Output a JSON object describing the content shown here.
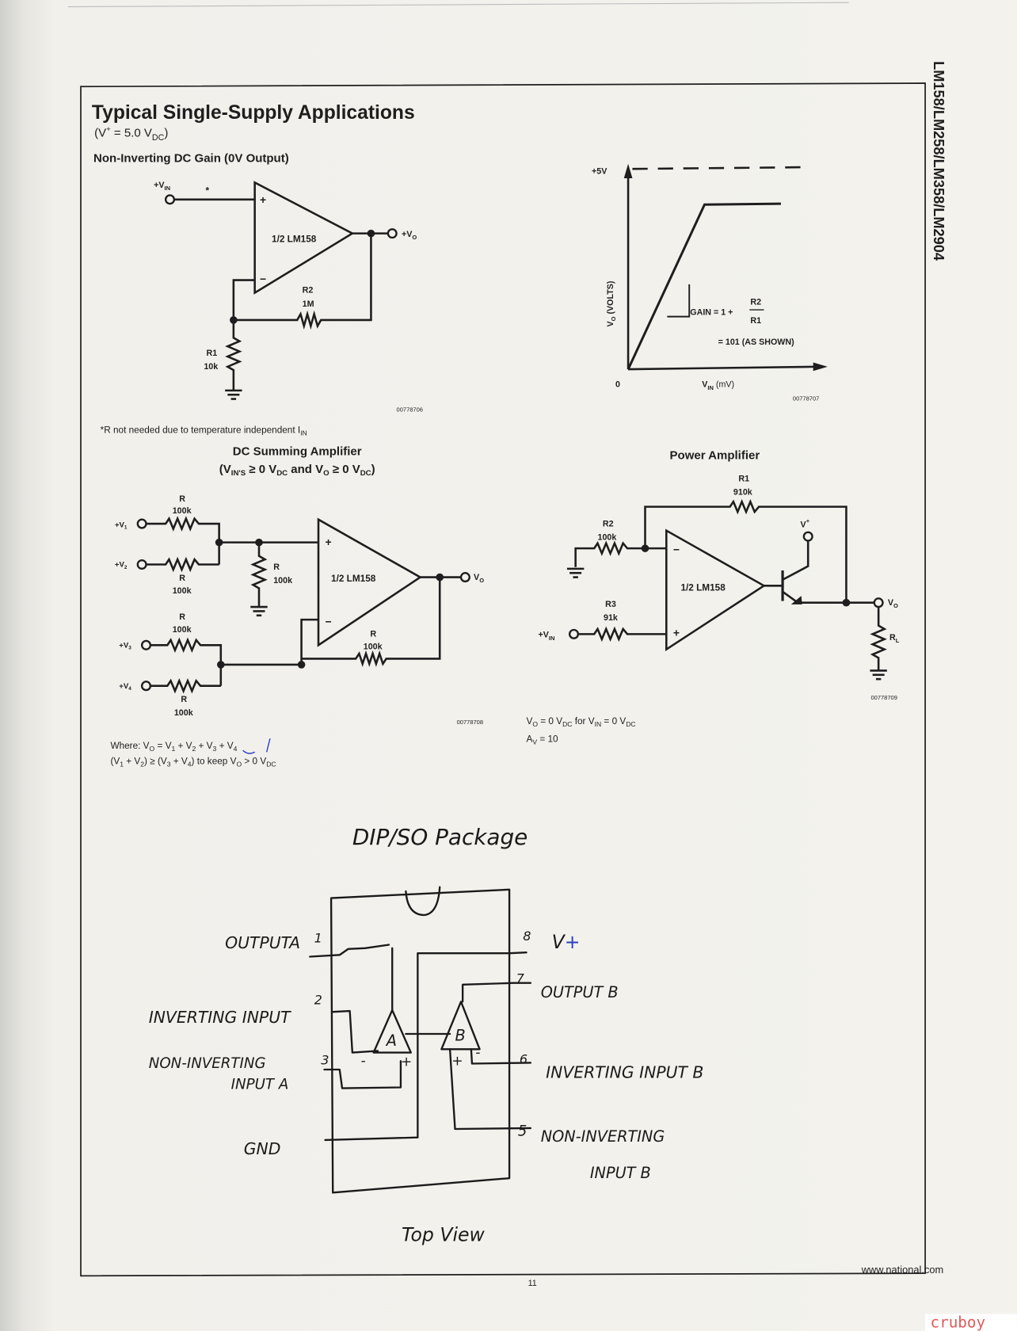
{
  "side_title": "LM158/LM258/LM358/LM2904",
  "header": {
    "title": "Typical Single-Supply Applications",
    "supply": {
      "a": "(V",
      "sup": "+",
      "b": " = 5.0 V",
      "sub": "DC",
      "c": ")"
    }
  },
  "noninverting": {
    "title": "Non-Inverting DC Gain (0V Output)",
    "vin": {
      "main": "+V",
      "sub": "IN"
    },
    "asterisk": "*",
    "opamp_label": "1/2 LM158",
    "plus": "+",
    "minus": "−",
    "vout": {
      "main": "+V",
      "sub": "O"
    },
    "r2": {
      "name": "R2",
      "value": "1M"
    },
    "r1": {
      "name": "R1",
      "value": "10k"
    },
    "fig_id": "00778706",
    "footnote": {
      "main": "*R not needed due to temperature independent I",
      "sub": "IN"
    }
  },
  "gain_graph": {
    "y_top_label": "+5V",
    "y_label": {
      "main": "V",
      "sub": "O",
      "rest": " (VOLTS)"
    },
    "x_origin": "0",
    "x_label": {
      "main": "V",
      "sub": "IN",
      "rest": " (mV)"
    },
    "gain_prefix": "GAIN = 1 +",
    "gain_num": "R2",
    "gain_den": "R1",
    "gain_value": "= 101 (AS SHOWN)",
    "fig_id": "00778707"
  },
  "summing": {
    "title": "DC Summing Amplifier",
    "subtitle": {
      "a": "(V",
      "s1": "IN'S",
      "b": " ≥ 0 V",
      "s2": "DC",
      "c": " and V",
      "s3": "O",
      "d": " ≥ 0 V",
      "s4": "DC",
      "e": ")"
    },
    "inputs": [
      {
        "main": "+V",
        "sub": "1"
      },
      {
        "main": "+V",
        "sub": "2"
      },
      {
        "main": "+V",
        "sub": "3"
      },
      {
        "main": "+V",
        "sub": "4"
      }
    ],
    "r_name": "R",
    "r_value": "100k",
    "opamp_label": "1/2 LM158",
    "plus": "+",
    "minus": "−",
    "vout": {
      "main": "V",
      "sub": "O"
    },
    "fig_id": "00778708",
    "where_line": {
      "a": "Where: V",
      "s0": "O",
      "b": " = V",
      "s1": "1",
      "c": " + V",
      "s2": "2",
      "d": " + V",
      "s3": "3",
      "e": " + V",
      "s4": "4"
    },
    "keep_line": {
      "a": "(V",
      "s1": "1",
      "b": " + V",
      "s2": "2",
      "c": ") ≥ (V",
      "s3": "3",
      "d": " + V",
      "s4": "4",
      "e": ") to keep V",
      "s5": "O",
      "f": " > 0 V",
      "s6": "DC"
    }
  },
  "power_amp": {
    "title": "Power Amplifier",
    "r1": {
      "name": "R1",
      "value": "910k"
    },
    "r2": {
      "name": "R2",
      "value": "100k"
    },
    "r3": {
      "name": "R3",
      "value": "91k"
    },
    "vin": {
      "main": "+V",
      "sub": "IN"
    },
    "vplus": {
      "main": "V",
      "sup": "+"
    },
    "opamp_label": "1/2 LM158",
    "plus": "+",
    "minus": "−",
    "vout": {
      "main": "V",
      "sub": "O"
    },
    "rl": {
      "main": "R",
      "sub": "L"
    },
    "fig_id": "00778709",
    "note1": {
      "a": "V",
      "s1": "O",
      "b": " = 0 V",
      "s2": "DC",
      "c": " for V",
      "s3": "IN",
      "d": " = 0 V",
      "s4": "DC"
    },
    "note2": {
      "a": "A",
      "s1": "V",
      "b": " = 10"
    }
  },
  "handwritten": {
    "title": "DIP/SO  Package",
    "left_pins": [
      {
        "num": "1",
        "label": "OUTPUTA"
      },
      {
        "num": "2",
        "label": "INVERTING INPUT"
      },
      {
        "num": "3",
        "label": "NON-INVERTING",
        "label2": "INPUT A"
      },
      {
        "label": "GND"
      }
    ],
    "right_pins": [
      {
        "num": "8",
        "label": "V",
        "label_plus": "+"
      },
      {
        "num": "7",
        "label": "OUTPUT B"
      },
      {
        "num": "6",
        "label": "INVERTING INPUT B"
      },
      {
        "num": "5",
        "label": "NON-INVERTING",
        "label2": "INPUT B"
      }
    ],
    "amp_a": "A",
    "amp_b": "B",
    "plus": "+",
    "minus": "-",
    "caption": "Top View",
    "ink_accent": "#2a3fbf"
  },
  "footer": {
    "page_number": "11",
    "website": "www.national.com"
  },
  "watermark": "cruboy"
}
